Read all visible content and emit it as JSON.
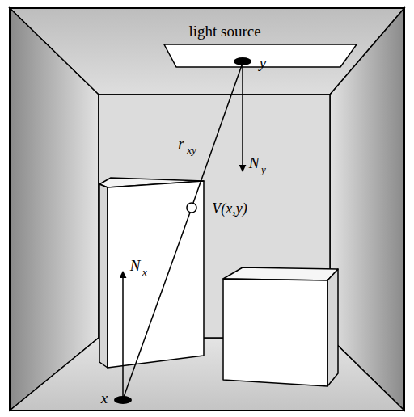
{
  "diagram": {
    "labels": [
      "light source",
      "y",
      "r",
      "xy",
      "N",
      "y",
      "V(x,y)",
      "N",
      "x",
      "x"
    ]
  }
}
